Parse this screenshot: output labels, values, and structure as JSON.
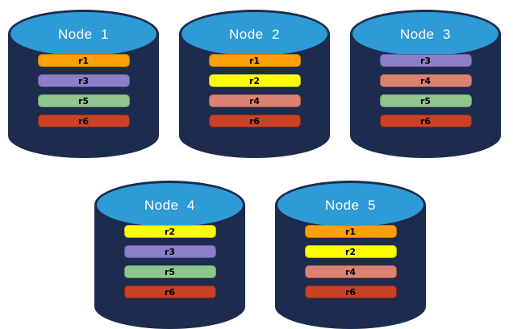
{
  "diagram": {
    "background": "#FFFFFF",
    "cylinder": {
      "body_color": "#1C2B4E",
      "top_color": "#2E9AD6",
      "title_color": "#FFFFFF"
    },
    "replica_styles": {
      "r1": {
        "fill": "#FD9F06",
        "border": "#C57C00"
      },
      "r2": {
        "fill": "#FFFF00",
        "border": "#BDBC25"
      },
      "r3": {
        "fill": "#8C7EC8",
        "border": "#6A5AA8"
      },
      "r4": {
        "fill": "#DB8273",
        "border": "#B05D4F"
      },
      "r5": {
        "fill": "#8FC68E",
        "border": "#63A363"
      },
      "r6": {
        "fill": "#C74227",
        "border": "#93290F"
      }
    },
    "rows": [
      {
        "nodes": [
          {
            "label": "Node  1",
            "replicas": [
              "r1",
              "r3",
              "r5",
              "r6"
            ]
          },
          {
            "label": "Node  2",
            "replicas": [
              "r1",
              "r2",
              "r4",
              "r6"
            ]
          },
          {
            "label": "Node  3",
            "replicas": [
              "r3",
              "r4",
              "r5",
              "r6"
            ]
          }
        ]
      },
      {
        "nodes": [
          {
            "label": "Node  4",
            "replicas": [
              "r2",
              "r3",
              "r5",
              "r6"
            ]
          },
          {
            "label": "Node  5",
            "replicas": [
              "r1",
              "r2",
              "r4",
              "r6"
            ]
          }
        ]
      }
    ]
  }
}
